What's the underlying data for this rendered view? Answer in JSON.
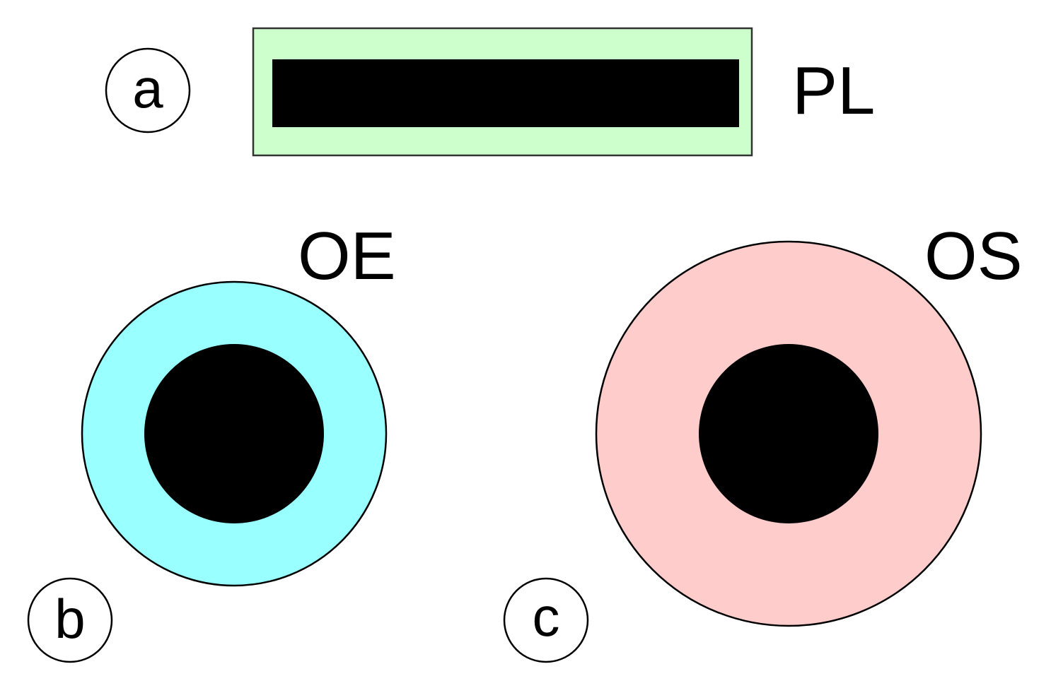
{
  "panels": {
    "a": {
      "letter": "a",
      "label": "PL",
      "outer_color": "#ccffcc",
      "core_color": "#000000"
    },
    "b": {
      "letter": "b",
      "label": "OE",
      "outer_color": "#99ffff",
      "core_color": "#000000"
    },
    "c": {
      "letter": "c",
      "label": "OS",
      "outer_color": "#ffcccc",
      "core_color": "#000000"
    }
  }
}
